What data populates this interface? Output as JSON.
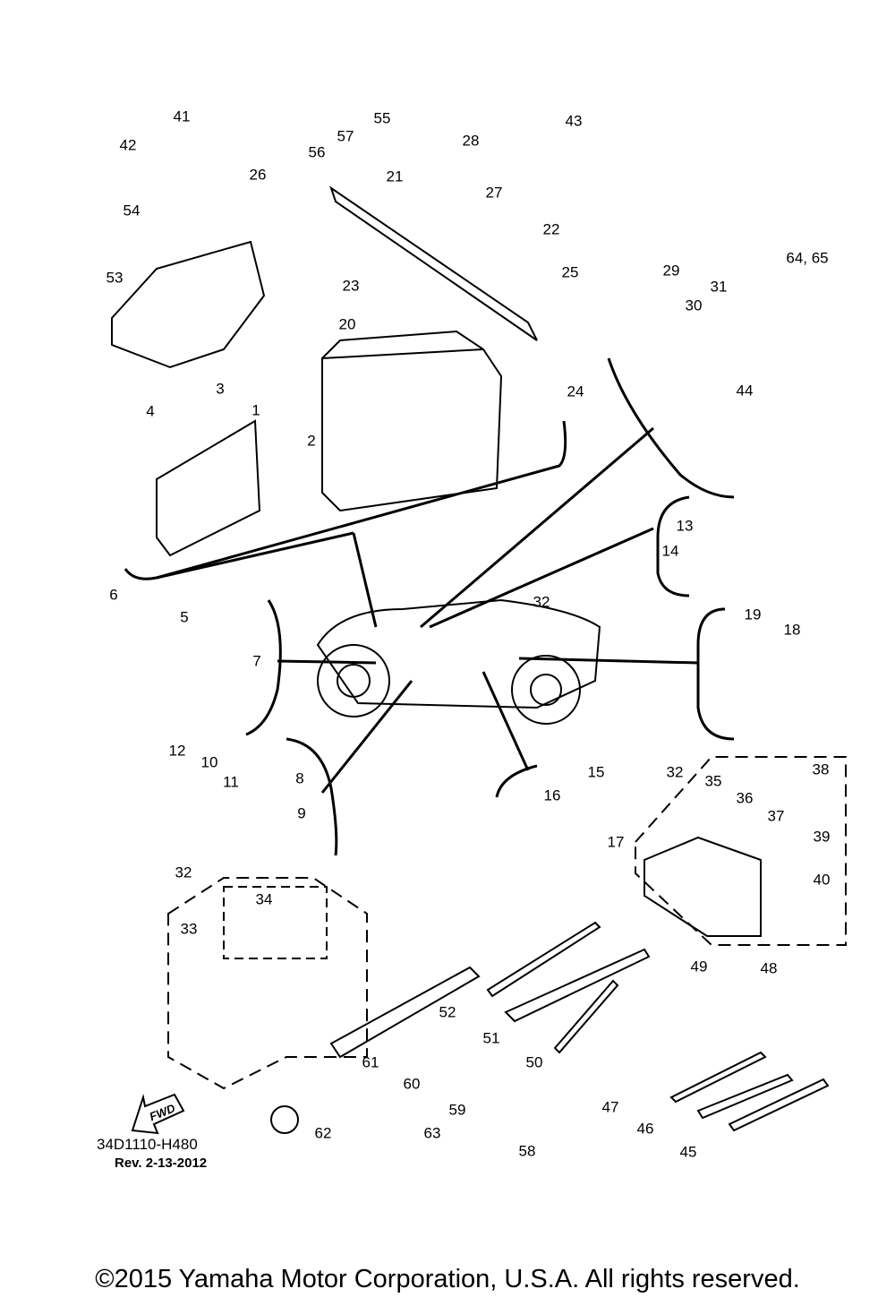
{
  "diagram": {
    "callouts": [
      "41",
      "42",
      "26",
      "55",
      "57",
      "56",
      "28",
      "43",
      "27",
      "21",
      "22",
      "54",
      "53",
      "23",
      "25",
      "20",
      "29",
      "31",
      "30",
      "64, 65",
      "24",
      "44",
      "3",
      "4",
      "1",
      "2",
      "13",
      "14",
      "6",
      "5",
      "7",
      "32",
      "19",
      "18",
      "12",
      "10",
      "11",
      "8",
      "9",
      "15",
      "16",
      "17",
      "32",
      "35",
      "36",
      "38",
      "37",
      "39",
      "40",
      "32",
      "34",
      "33",
      "49",
      "48",
      "52",
      "51",
      "50",
      "61",
      "60",
      "59",
      "47",
      "46",
      "45",
      "63",
      "62",
      "58"
    ],
    "direction_label": "FWD",
    "drawing_code": "34D1110-H480",
    "revision": "Rev.  2-13-2012"
  },
  "footer": {
    "copyright": "©2015 Yamaha Motor Corporation, U.S.A. All rights reserved."
  }
}
